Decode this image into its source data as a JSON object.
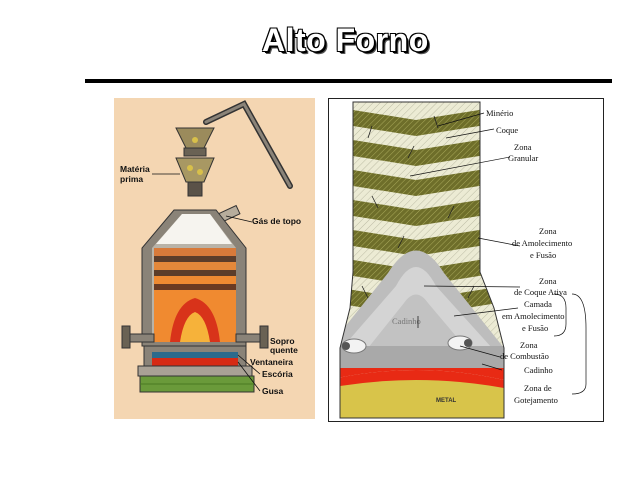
{
  "slide": {
    "title": "Alto Forno"
  },
  "left_diagram": {
    "labels": {
      "materia_prima_1": "Matéria",
      "materia_prima_2": "prima",
      "gas_de_topo": "Gás de topo",
      "sopro_1": "Sopro",
      "sopro_2": "quente",
      "ventaneira": "Ventaneira",
      "escoria": "Escória",
      "gusa": "Gusa"
    },
    "colors": {
      "background": "#f4d6b2",
      "brick": "#8a8378",
      "hot": "#e8501c",
      "slag": "#2c6a8c",
      "iron": "#d62a14",
      "base": "#6a9a3a"
    }
  },
  "right_diagram": {
    "labels": {
      "minerio": "Minério",
      "coque": "Coque",
      "zona_granular_1": "Zona",
      "zona_granular_2": "Granular",
      "amolecimento_1": "Zona",
      "amolecimento_2": "de Amolecimento",
      "amolecimento_3": "e Fusão",
      "coque_ativa_1": "Zona",
      "coque_ativa_2": "de Coque Ativa",
      "camada_1": "Camada",
      "camada_2": "em Amolecimento",
      "camada_3": "e Fusão",
      "combustao_1": "Zona",
      "combustao_2": "de Combustão",
      "cadinho": "Cadinho",
      "gotejamento_1": "Zona de",
      "gotejamento_2": "Gotejamento",
      "inner_text": "Cadinho",
      "metal": "METAL"
    },
    "colors": {
      "ore_layer": "#6e6e2a",
      "coke_layer": "#e9e7cc",
      "softening": "#c8c8c8",
      "slag": "#e82a14",
      "metal": "#d8c44a"
    }
  }
}
